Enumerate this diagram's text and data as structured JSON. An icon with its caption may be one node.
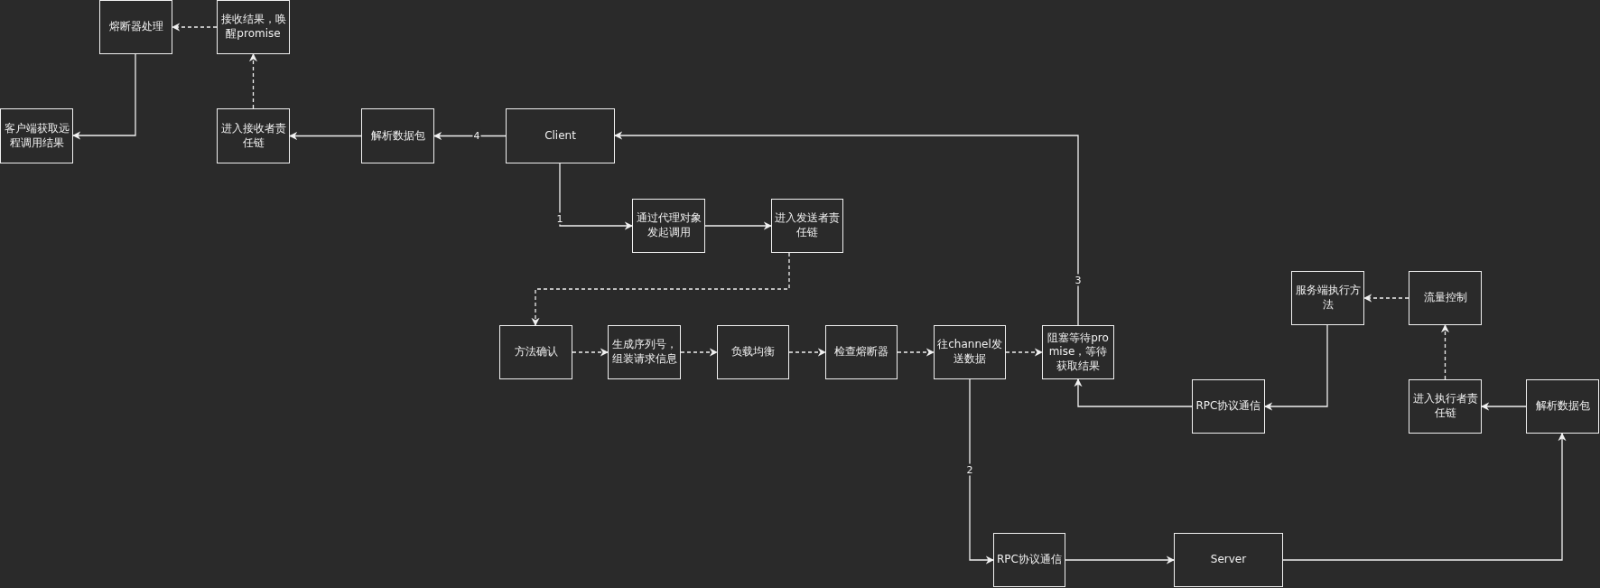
{
  "diagram": {
    "nodes": [
      {
        "text": [
          "熔断器处理"
        ]
      },
      {
        "text": [
          "接收结果，唤醒promise"
        ]
      },
      {
        "text": [
          "客户端获取远程调用结果"
        ]
      },
      {
        "text": [
          "进入接收者责任链"
        ]
      },
      {
        "text": [
          "解析数据包"
        ]
      },
      {
        "text": [
          "Client"
        ]
      },
      {
        "text": [
          "通过代理对象发起调用"
        ]
      },
      {
        "text": [
          "进入发送者责任链"
        ]
      },
      {
        "text": [
          "服务端执行方法"
        ]
      },
      {
        "text": [
          "流量控制"
        ]
      },
      {
        "text": [
          "方法确认"
        ]
      },
      {
        "text": [
          "生成序列号，组装请求信息"
        ]
      },
      {
        "text": [
          "负载均衡"
        ]
      },
      {
        "text": [
          "检查熔断器"
        ]
      },
      {
        "text": [
          "往channel发送数据"
        ]
      },
      {
        "text": [
          "阻塞等待promise，等待获取结果"
        ]
      },
      {
        "text": [
          "RPC协议通信"
        ]
      },
      {
        "text": [
          "进入执行者责任链"
        ]
      },
      {
        "text": [
          "解析数据包"
        ]
      },
      {
        "text": [
          "RPC协议通信"
        ]
      },
      {
        "text": [
          "Server"
        ]
      }
    ],
    "edges": [
      {
        "from": 5,
        "to": 6,
        "arrow": "to",
        "label": "1"
      },
      {
        "from": 6,
        "to": 7,
        "arrow": "to"
      },
      {
        "from": 7,
        "to": 10,
        "arrow": "to",
        "style": "dashed"
      },
      {
        "from": 10,
        "to": 11,
        "arrow": "to",
        "style": "dashed"
      },
      {
        "from": 11,
        "to": 12,
        "arrow": "to",
        "style": "dashed"
      },
      {
        "from": 12,
        "to": 13,
        "arrow": "to",
        "style": "dashed"
      },
      {
        "from": 13,
        "to": 14,
        "arrow": "to",
        "style": "dashed"
      },
      {
        "from": 14,
        "to": 15,
        "arrow": "to",
        "style": "dashed"
      },
      {
        "from": 14,
        "to": 19,
        "arrow": "to",
        "label": "2"
      },
      {
        "from": 19,
        "to": 20,
        "arrow": "to"
      },
      {
        "from": 20,
        "to": 18,
        "arrow": "to"
      },
      {
        "from": 18,
        "to": 17,
        "arrow": "to"
      },
      {
        "from": 17,
        "to": 9,
        "arrow": "to",
        "style": "dashed"
      },
      {
        "from": 9,
        "to": 8,
        "arrow": "to",
        "style": "dashed"
      },
      {
        "from": 8,
        "to": 16,
        "arrow": "to"
      },
      {
        "from": 16,
        "to": 15,
        "arrow": "to"
      },
      {
        "from": 15,
        "to": 5,
        "arrow": "to",
        "label": "3"
      },
      {
        "from": 5,
        "to": 4,
        "arrow": "to",
        "label": "4"
      },
      {
        "from": 4,
        "to": 3,
        "arrow": "to"
      },
      {
        "from": 3,
        "to": 1,
        "arrow": "to",
        "style": "dashed"
      },
      {
        "from": 1,
        "to": 0,
        "arrow": "to",
        "style": "dashed"
      },
      {
        "from": 0,
        "to": 2,
        "arrow": "to"
      }
    ]
  }
}
